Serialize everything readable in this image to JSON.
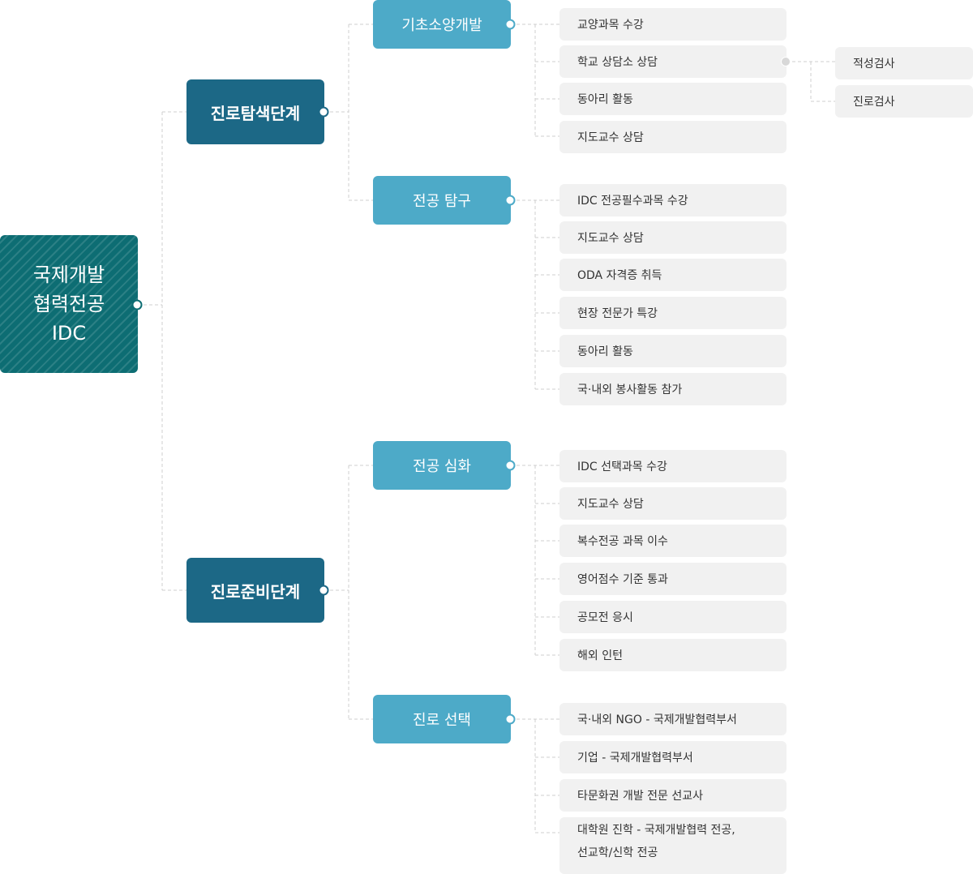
{
  "root": {
    "lines": [
      "국제개발",
      "협력전공",
      "IDC"
    ]
  },
  "stages": [
    {
      "label": "진로탐색단계",
      "groups": [
        {
          "label": "기초소양개발",
          "items": [
            "교양과목 수강",
            "학교 상담소 상담",
            "동아리 활동",
            "지도교수 상담"
          ]
        },
        {
          "label": "전공 탐구",
          "items": [
            "IDC 전공필수과목 수강",
            "지도교수 상담",
            "ODA 자격증 취득",
            "현장 전문가 특강",
            "동아리 활동",
            "국·내외 봉사활동 참가"
          ]
        }
      ]
    },
    {
      "label": "진로준비단계",
      "groups": [
        {
          "label": "전공 심화",
          "items": [
            "IDC 선택과목 수강",
            "지도교수 상담",
            "복수전공 과목 이수",
            "영어점수 기준 통과",
            "공모전 응시",
            "해외 인턴"
          ]
        },
        {
          "label": "진로 선택",
          "items": [
            "국·내외 NGO - 국제개발협력부서",
            "기업 - 국제개발협력부서",
            "타문화권 개발 전문 선교사"
          ],
          "tall_item": [
            "대학원 진학 - 국제개발협력 전공,",
            "선교학/신학 전공"
          ]
        }
      ]
    }
  ],
  "counseling_subitems": [
    "적성검사",
    "진로검사"
  ]
}
